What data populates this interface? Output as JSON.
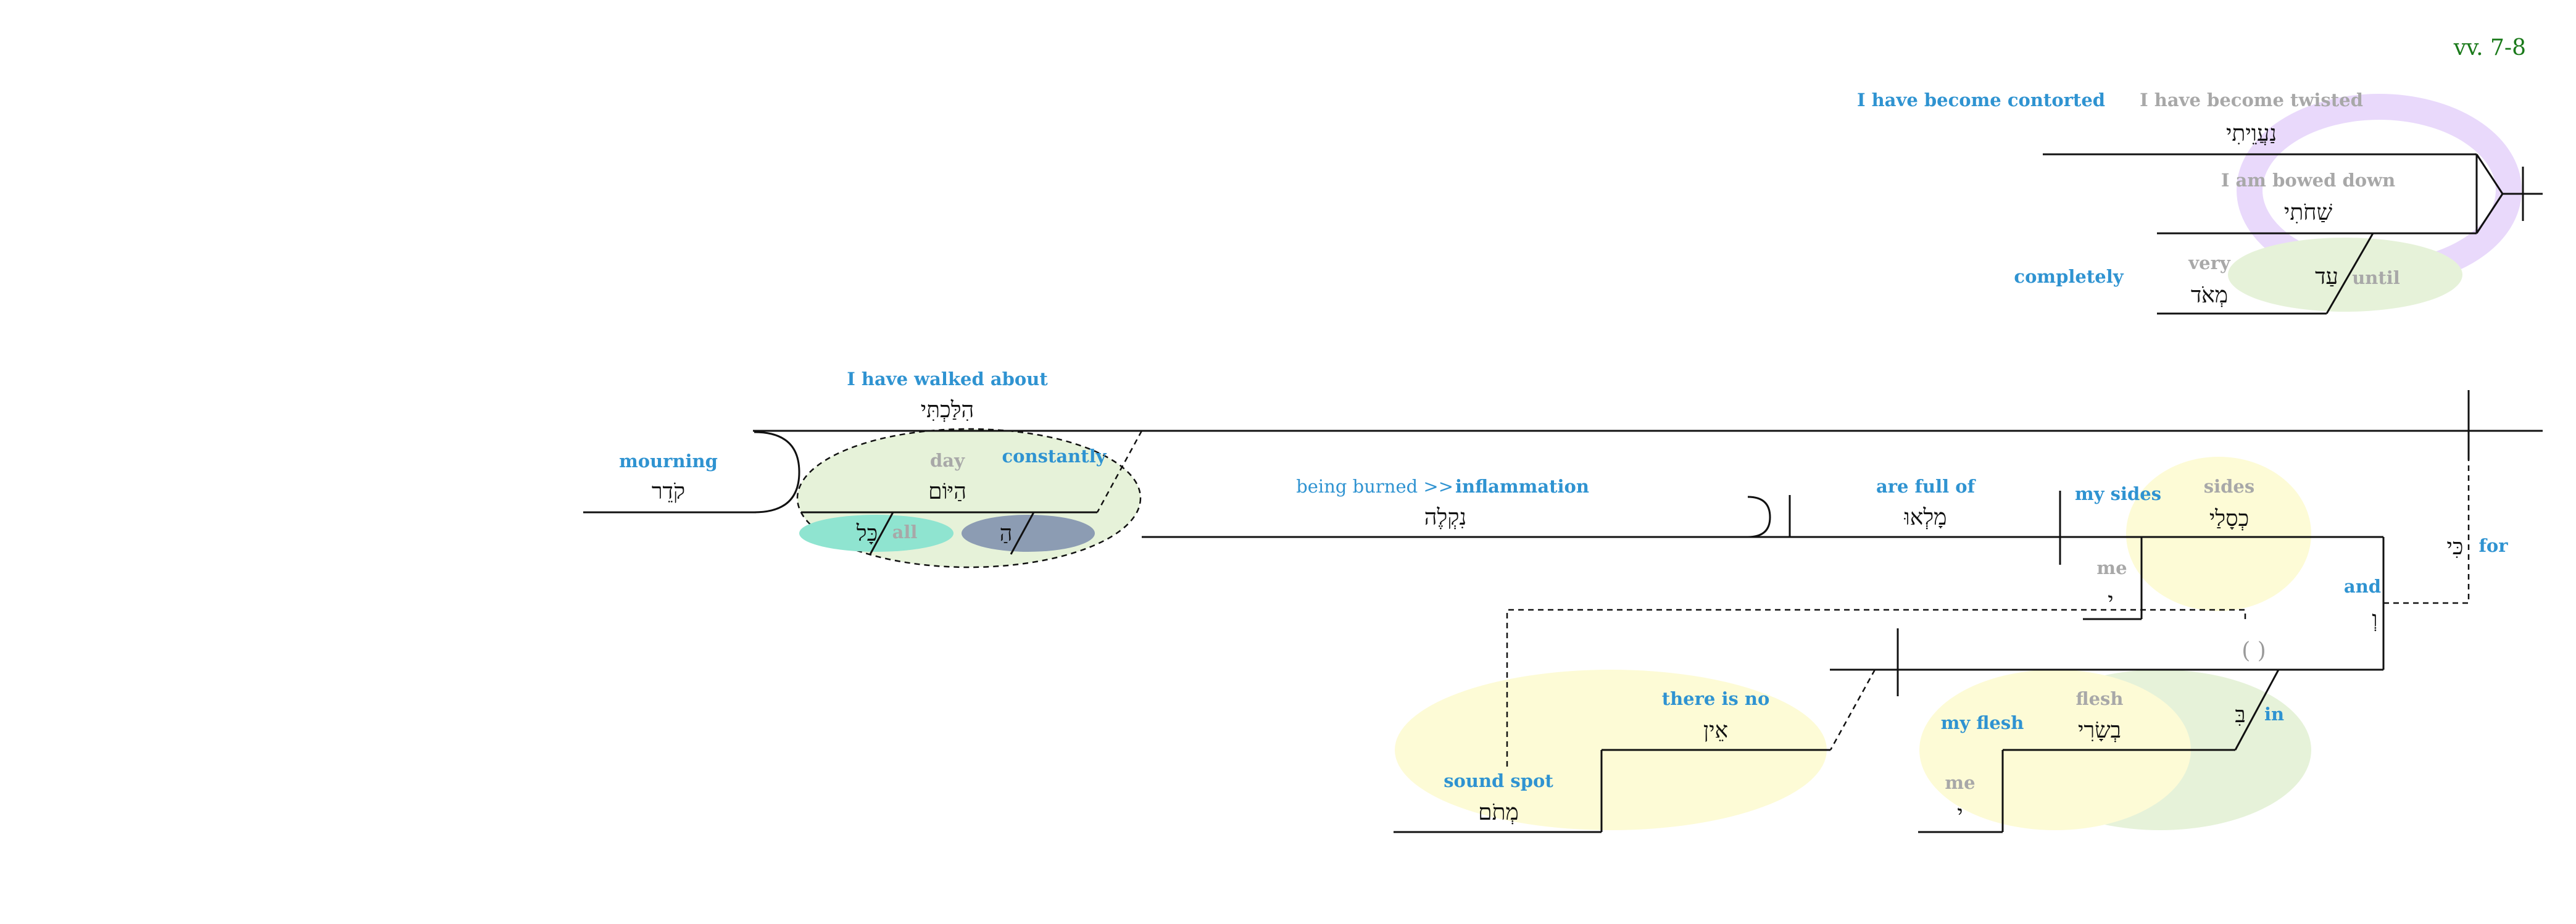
{
  "verse_ref": "vv. 7-8",
  "colors": {
    "gloss_blue": "#2f93d1",
    "gloss_gray": "#a8a8a8",
    "verse_ref": "#1a7a1a",
    "lavender": "#e9d9fb",
    "light_green": "#e6f2d9",
    "light_yellow": "#fdfbd6",
    "teal": "#8fe4d0",
    "slate": "#8c9cb3"
  },
  "clause_7": {
    "verb": {
      "hebrew": "נַעֲוֵיתִי",
      "gloss": "I have become contorted",
      "gloss_alt": "I have become twisted"
    },
    "verb2": {
      "hebrew": "שַׁחֹתִי",
      "gloss_alt": "I am bowed down"
    },
    "adverb": {
      "hebrew": "מְאֹד",
      "gloss": "completely",
      "gloss_alt": "very"
    },
    "prep": {
      "hebrew": "עַד",
      "gloss_alt": "until"
    }
  },
  "clause_main": {
    "verb": {
      "hebrew": "הִלַּכְתִּי",
      "gloss": "I have walked about"
    },
    "mourning": {
      "hebrew": "קֹדֵר",
      "gloss": "mourning"
    },
    "time": {
      "day": {
        "hebrew": "הַיּוֹם",
        "gloss_alt": "day"
      },
      "constantly": "constantly",
      "all": {
        "hebrew": "כָּל",
        "gloss_alt": "all"
      },
      "article": {
        "hebrew": "הַ"
      }
    }
  },
  "clause_8": {
    "conj_for": {
      "hebrew": "כִּי",
      "gloss": "for"
    },
    "subject": {
      "hebrew": "כְסָלַי",
      "gloss": "my sides",
      "gloss_alt": "sides"
    },
    "suffix_me": {
      "hebrew": "י",
      "gloss_alt": "me"
    },
    "verb": {
      "hebrew": "מָלְאוּ",
      "gloss": "are full of"
    },
    "object": {
      "hebrew": "נִקְלֶה",
      "gloss_prefix": "being burned >>",
      "gloss": "inflammation"
    },
    "conj_and": {
      "hebrew": "וְ",
      "gloss": "and"
    },
    "placeholder": "( )",
    "prep_in": {
      "hebrew": "בִּ",
      "gloss": "in"
    },
    "flesh": {
      "hebrew": "בְשָׂרִי",
      "gloss": "my flesh",
      "gloss_alt": "flesh"
    },
    "flesh_me": {
      "hebrew": "י",
      "gloss_alt": "me"
    },
    "there_is_no": {
      "hebrew": "אֵין",
      "gloss": "there is no"
    },
    "sound_spot": {
      "hebrew": "מְתֹם",
      "gloss": "sound spot"
    }
  }
}
